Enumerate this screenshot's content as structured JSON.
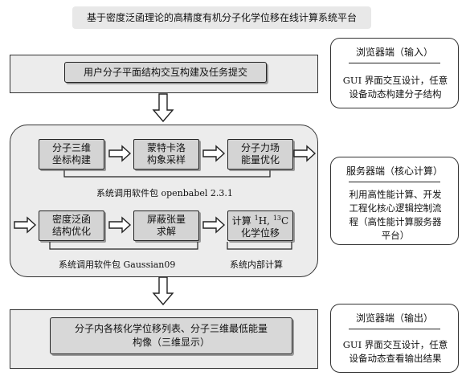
{
  "title": "基于密度泛函理论的高精度有机分子化学位移在线计算系统平台",
  "input_step": "用户分子平面结构交互构建及任务提交",
  "steps": {
    "coord3d": "分子三维\n坐标构建",
    "monte_carlo": "蒙特卡洛\n构象采样",
    "forcefield": "分子力场\n能量优化",
    "dft": "密度泛函\n结构优化",
    "shielding": "屏蔽张量\n求解",
    "calc_prefix": "计算 ",
    "calc_sup1": "1",
    "calc_h": "H, ",
    "calc_sup13": "13",
    "calc_c": "C",
    "calc_line2": "化学位移"
  },
  "captions": {
    "openbabel": "系统调用软件包 openbabel 2.3.1",
    "gaussian": "系统调用软件包 Gaussian09",
    "internal": "系统内部计算"
  },
  "output_step": "分子内各核化学位移列表、分子三维最低能量\n构像（三维显示）",
  "side_panels": {
    "browser_input": {
      "header": "浏览器端（输入）",
      "body": "GUI 界面交互设计，任意\n设备动态构建分子结构"
    },
    "server_core": {
      "header": "服务器端（核心计算）",
      "body": "利用高性能计算、开发\n工程化核心逻辑控制流\n程（高性能计算服务器\n平台）"
    },
    "browser_output": {
      "header": "浏览器端（输出）",
      "body": "GUI 界面交互设计，任意\n设备动态查看输出结果"
    }
  }
}
